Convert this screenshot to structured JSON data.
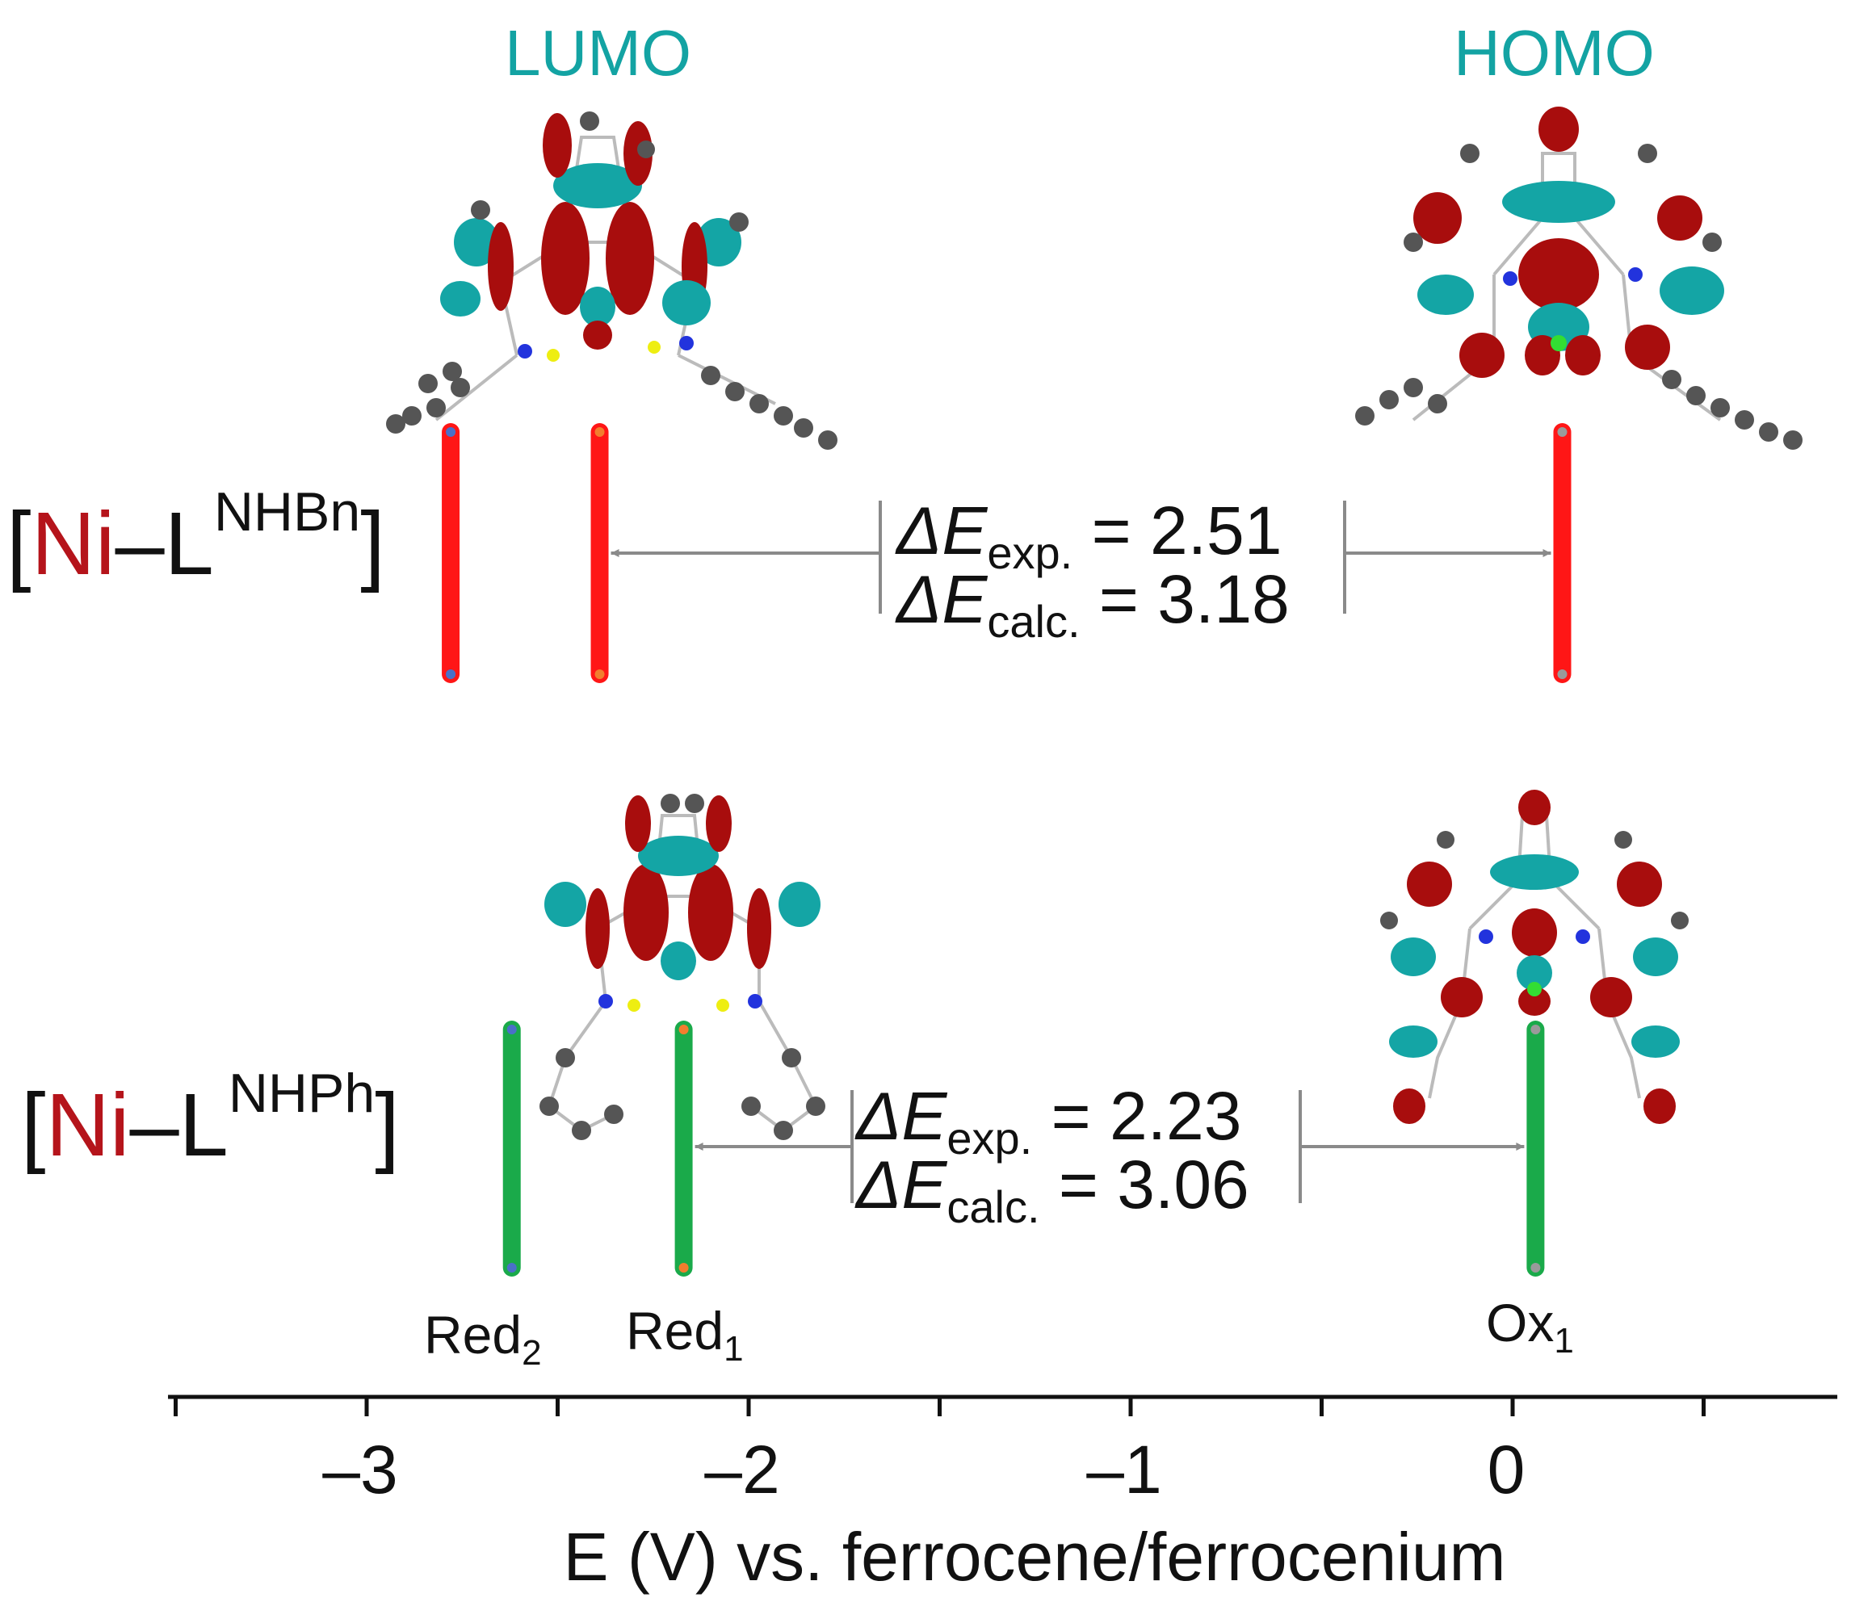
{
  "chart_data": {
    "type": "energy-level diagram",
    "xlabel": "E (V) vs. ferrocene/ferrocenium",
    "xlim": [
      -3.52,
      0.85
    ],
    "x_ticks": [
      -3,
      -2,
      -1,
      0
    ],
    "x_tick_labels": [
      "–3",
      "–2",
      "–1",
      "0"
    ],
    "minor_ticks": [
      -3.5,
      -2.5,
      -1.5,
      -0.5,
      0.5
    ],
    "orbital_titles": {
      "lumo": "LUMO",
      "homo": "HOMO"
    },
    "compounds": [
      {
        "id": "nhbn",
        "label_metal": "Ni",
        "label_link": "–L",
        "label_sup": "NHBn",
        "color": "#ff1616",
        "levels": [
          {
            "x": -2.78,
            "endpoint_color": "#4a70c8"
          },
          {
            "x": -2.39,
            "endpoint_color": "#f27d2e"
          },
          {
            "x": 0.13,
            "endpoint_color": "#9a9a9a"
          }
        ],
        "delta_exp": "= 2.51",
        "delta_calc": "= 3.18"
      },
      {
        "id": "nhph",
        "label_metal": "Ni",
        "label_link": "–L",
        "label_sup": "NHPh",
        "color": "#1aaa4a",
        "levels": [
          {
            "x": -2.62,
            "endpoint_color": "#4a70c8"
          },
          {
            "x": -2.17,
            "endpoint_color": "#f27d2e"
          },
          {
            "x": 0.06,
            "endpoint_color": "#9a9a9a"
          }
        ],
        "delta_exp": "= 2.23",
        "delta_calc": "= 3.06"
      }
    ],
    "peak_labels": [
      {
        "base": "Red",
        "sub": "2"
      },
      {
        "base": "Red",
        "sub": "1"
      },
      {
        "base": "Ox",
        "sub": "1"
      }
    ],
    "delta_symbol": "ΔE",
    "exp_sub": "exp.",
    "calc_sub": "calc."
  }
}
